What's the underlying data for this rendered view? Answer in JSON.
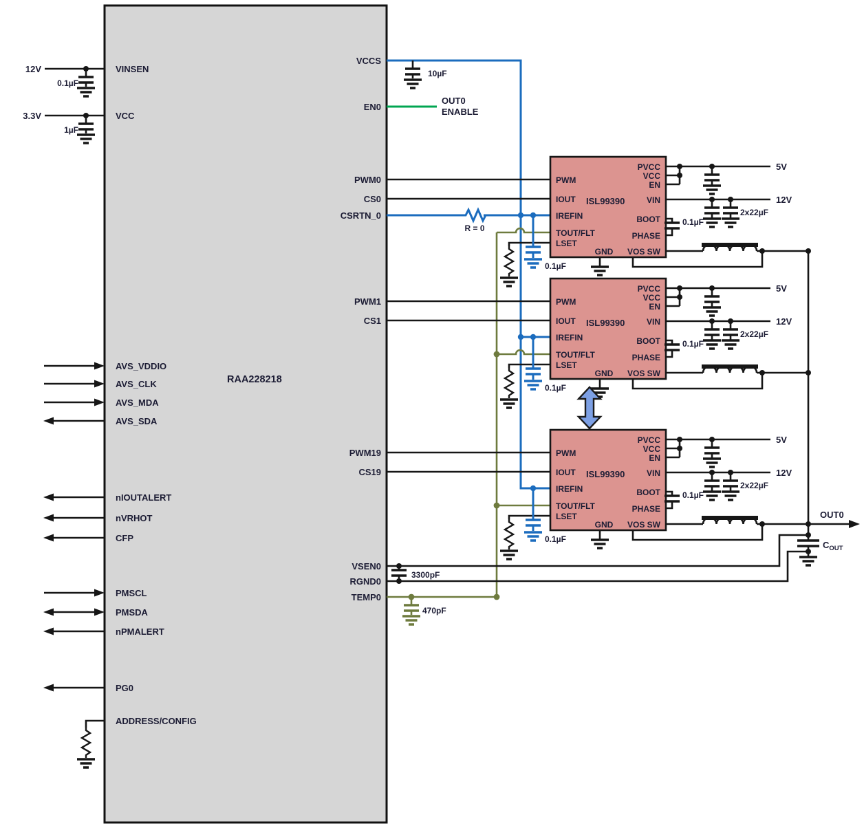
{
  "main_chip": {
    "name": "RAA228218",
    "left_pins": [
      "VINSEN",
      "VCC",
      "AVS_VDDIO",
      "AVS_CLK",
      "AVS_MDA",
      "AVS_SDA",
      "nIOUTALERT",
      "nVRHOT",
      "CFP",
      "PMSCL",
      "PMSDA",
      "nPMALERT",
      "PG0",
      "ADDRESS/CONFIG"
    ],
    "right_pins": [
      "VCCS",
      "EN0",
      "PWM0",
      "CS0",
      "CSRTN_0",
      "PWM1",
      "CS1",
      "PWM19",
      "CS19",
      "VSEN0",
      "RGND0",
      "TEMP0"
    ]
  },
  "power_stage": {
    "name": "ISL99390",
    "left_pins": [
      "PWM",
      "IOUT",
      "IREFIN",
      "TOUT/FLT",
      "LSET"
    ],
    "right_pins": [
      "PVCC",
      "VCC",
      "EN",
      "VIN",
      "BOOT",
      "PHASE"
    ],
    "bottom_left_pin": "GND",
    "bottom_right_pin": "VOS SW"
  },
  "labels": {
    "supply_12v": "12V",
    "supply_3v3": "3.3V",
    "cap_vinsen": "0.1µF",
    "cap_vcc": "1µF",
    "cap_vccs": "10µF",
    "enable_line1": "OUT0",
    "enable_line2": "ENABLE",
    "r_zero": "R = 0",
    "cap_irefin": "0.1µF",
    "rail_5v": "5V",
    "rail_12v": "12V",
    "cap_bulk": "2x22µF",
    "cap_boot": "0.1µF",
    "cap_vsen": "3300pF",
    "cap_temp": "470pF",
    "out_net": "OUT0",
    "cout_main": "C",
    "cout_sub": "OUT"
  },
  "icons": {
    "repeat_arrow": "double-vertical-arrow-icon"
  },
  "colors": {
    "wire_black": "#161616",
    "wire_blue": "#1b6cbe",
    "wire_green": "#00a651",
    "wire_olive": "#6e7b3e",
    "stage_fill": "#dc9490",
    "stage_border": "#161616",
    "chip_fill": "#d6d6d6",
    "chip_border": "#111111",
    "arrow_fill": "#7da0e4",
    "text": "#1c1c34"
  }
}
